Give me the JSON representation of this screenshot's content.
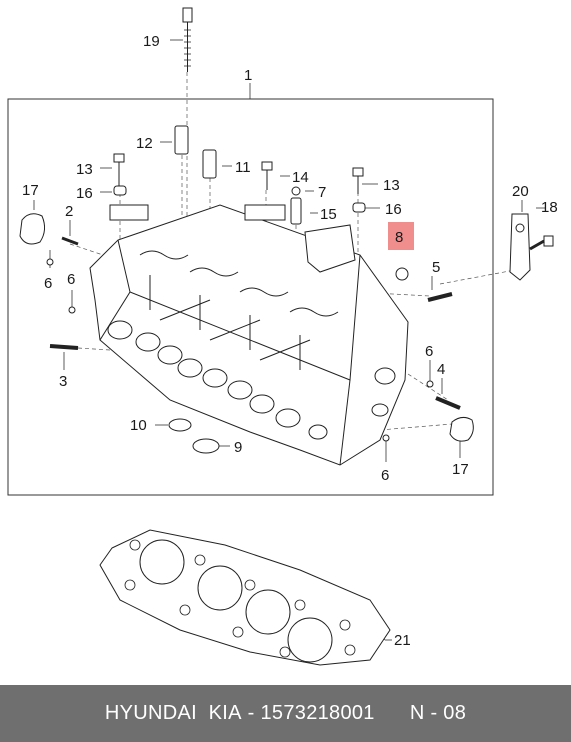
{
  "labels": {
    "p1": "1",
    "p2": "2",
    "p3": "3",
    "p4": "4",
    "p5": "5",
    "p6a": "6",
    "p6b": "6",
    "p6c": "6",
    "p6d": "6",
    "p7": "7",
    "p8": "8",
    "p9": "9",
    "p10": "10",
    "p11": "11",
    "p12": "12",
    "p13a": "13",
    "p13b": "13",
    "p14": "14",
    "p15": "15",
    "p16a": "16",
    "p16b": "16",
    "p17a": "17",
    "p17b": "17",
    "p18": "18",
    "p19": "19",
    "p20": "20",
    "p21": "21"
  },
  "highlight_color": "#f08d8d",
  "footer": {
    "brand": "HYUNDAI  KIA",
    "separator": " - ",
    "part_number": "1573218001",
    "page_ref": "N - 08"
  }
}
